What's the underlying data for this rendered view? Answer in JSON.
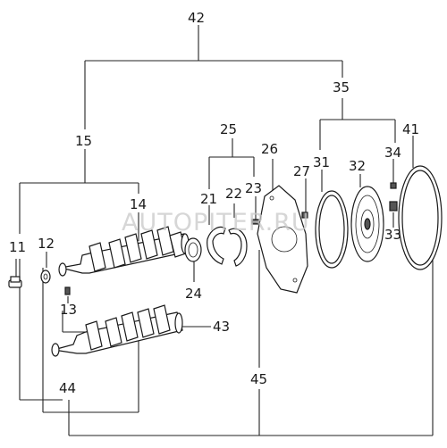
{
  "callouts": {
    "c11": "11",
    "c12": "12",
    "c13": "13",
    "c14": "14",
    "c15": "15",
    "c21": "21",
    "c22": "22",
    "c23": "23",
    "c24": "24",
    "c25": "25",
    "c26": "26",
    "c27": "27",
    "c31": "31",
    "c32": "32",
    "c33": "33",
    "c34": "34",
    "c35": "35",
    "c41": "41",
    "c42": "42",
    "c43": "43",
    "c44": "44",
    "c45": "45"
  },
  "watermark": "AUTOPITER.RU"
}
